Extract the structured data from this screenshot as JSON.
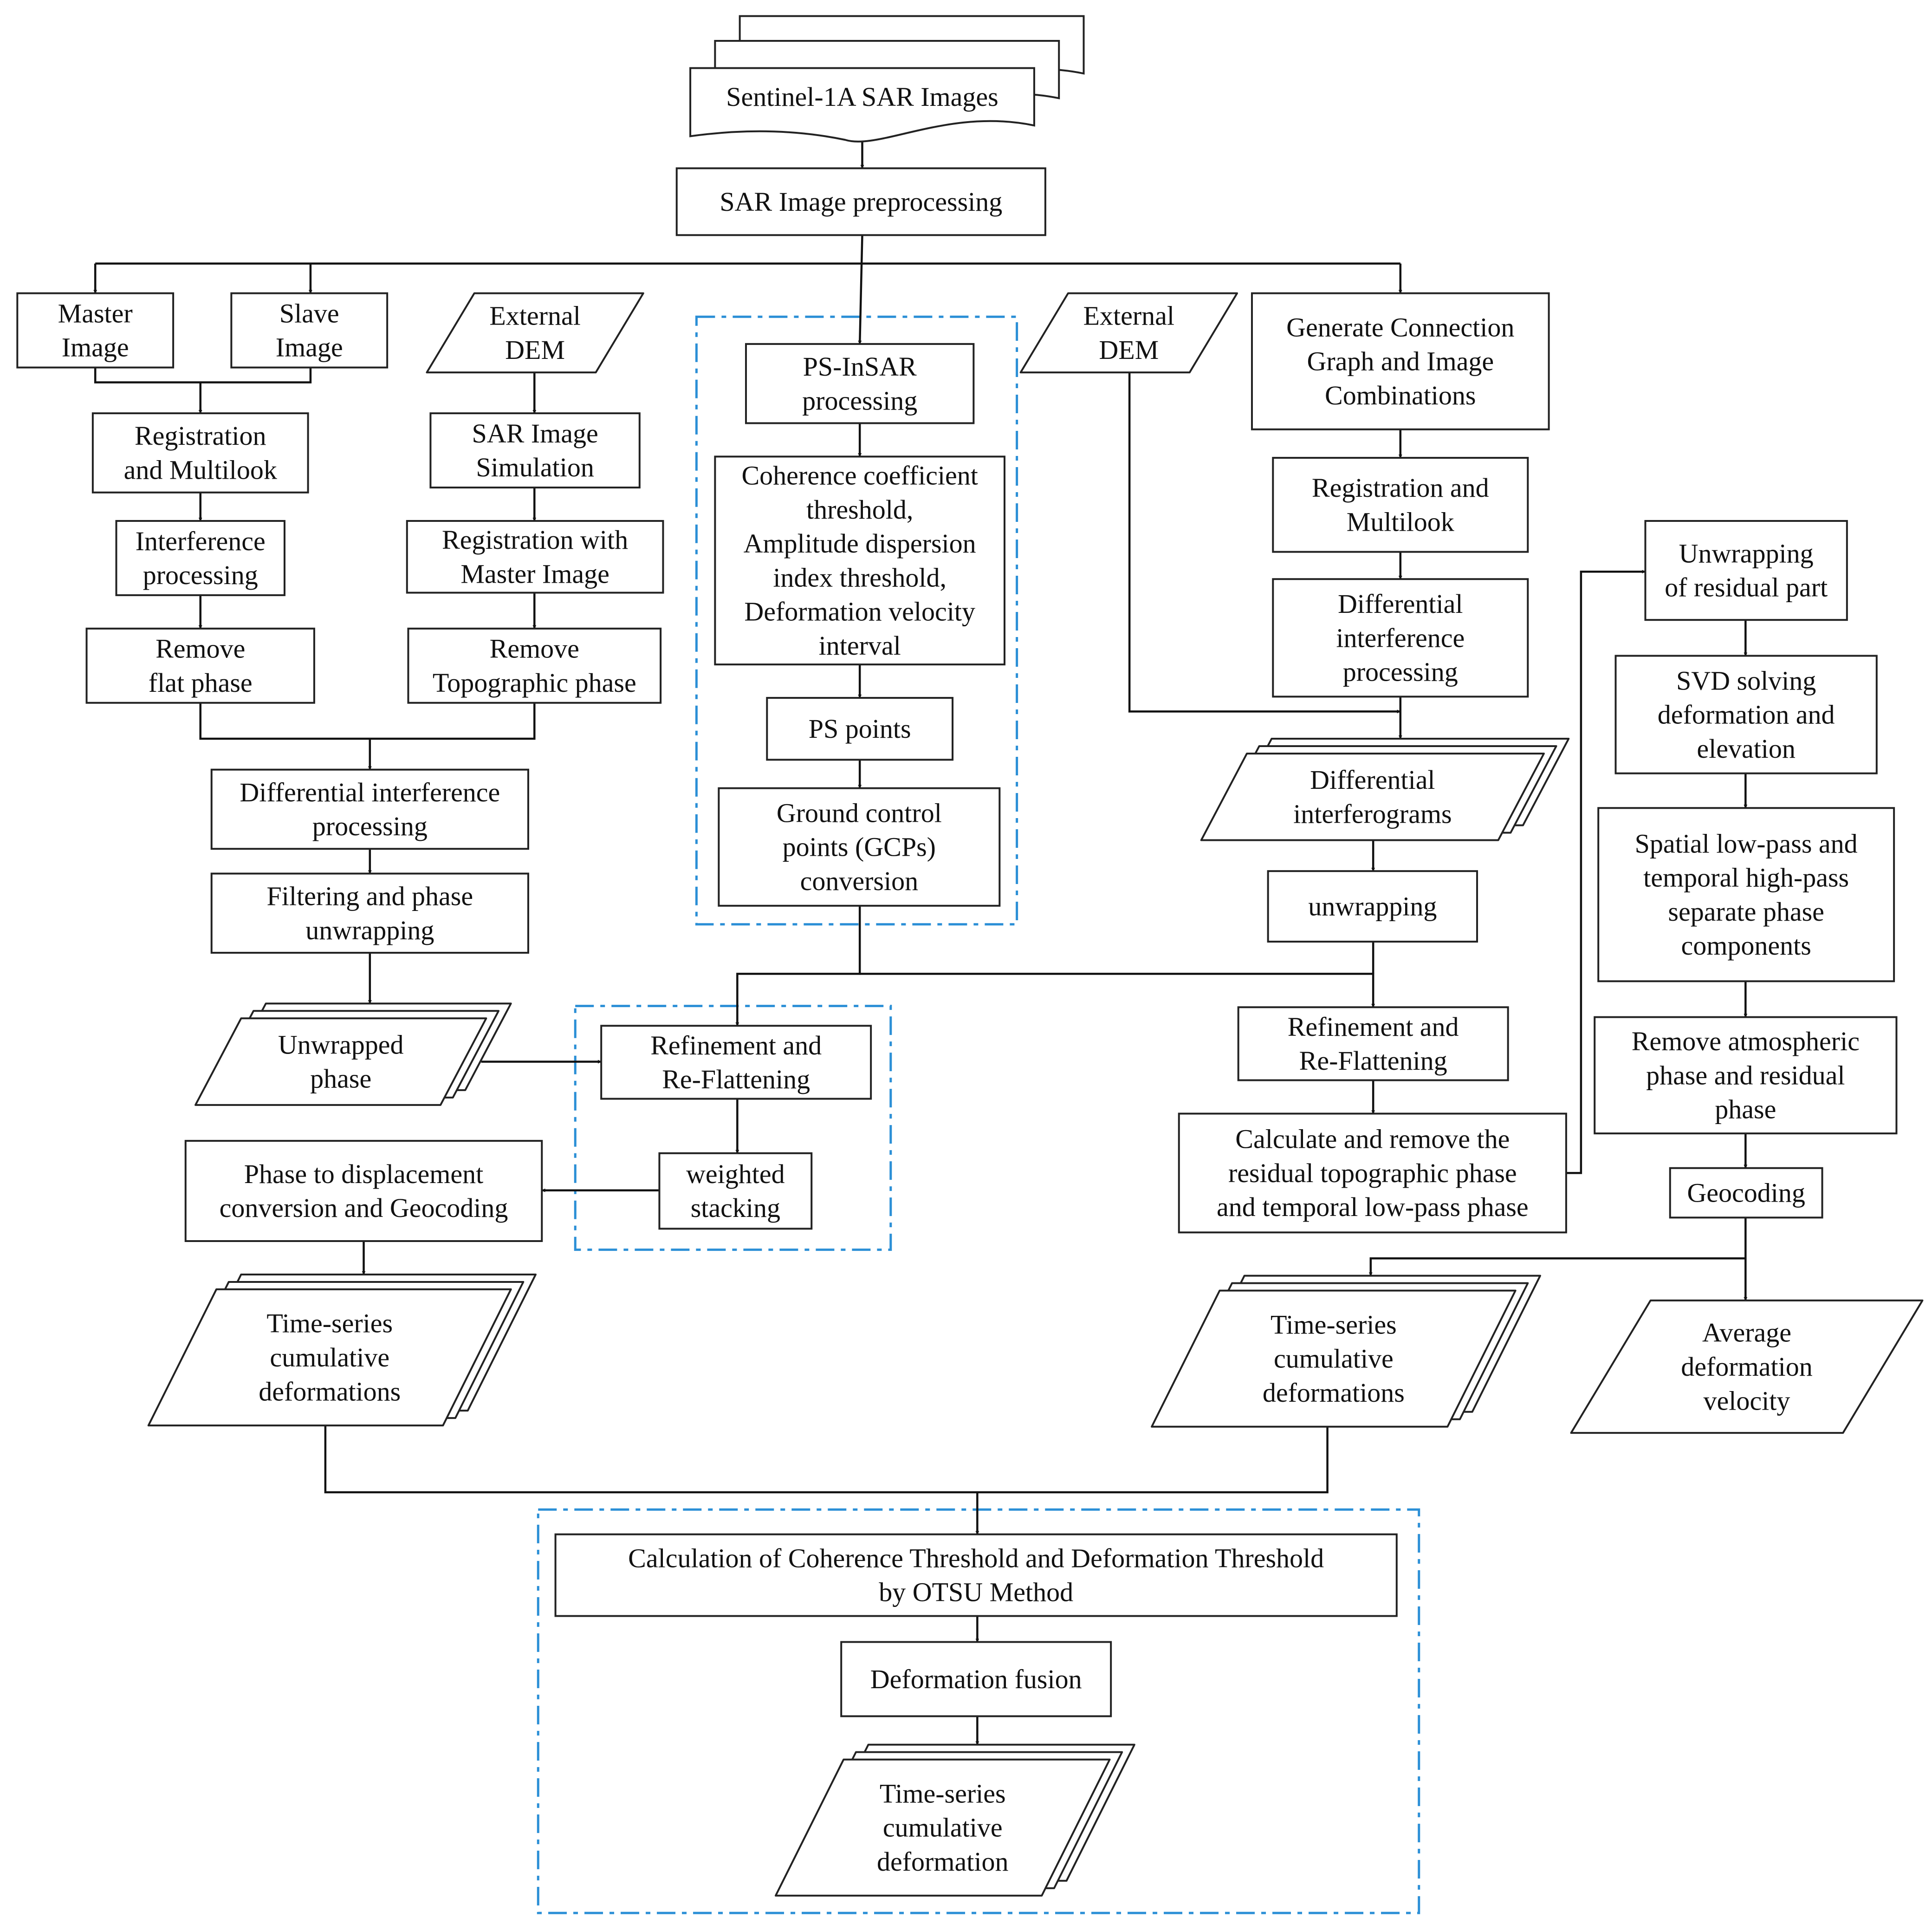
{
  "colors": {
    "line": "#111111",
    "box_stroke": "#222222",
    "group_outline": "#2b8fd6",
    "background": "#ffffff"
  },
  "nodes": {
    "sentinel": [
      "Sentinel-1A SAR Images"
    ],
    "preproc": [
      "SAR Image preprocessing"
    ],
    "master": [
      "Master",
      "Image"
    ],
    "slave": [
      "Slave",
      "Image"
    ],
    "extdem1": [
      "External",
      "DEM"
    ],
    "ps": [
      "PS-InSAR",
      "processing"
    ],
    "extdem2": [
      "External",
      "DEM"
    ],
    "gen": [
      "Generate Connection",
      "Graph and Image",
      "Combinations"
    ],
    "regml1": [
      "Registration",
      "and Multilook"
    ],
    "sarsim": [
      "SAR Image",
      "Simulation"
    ],
    "coh": [
      "Coherence coefficient",
      "threshold,",
      "Amplitude dispersion",
      "index threshold,",
      "Deformation velocity",
      "interval"
    ],
    "regml2": [
      "Registration and",
      "Multilook"
    ],
    "interf": [
      "Interference",
      "processing"
    ],
    "regmaster": [
      "Registration with",
      "Master Image"
    ],
    "diffint2": [
      "Differential",
      "interference",
      "processing"
    ],
    "unwres": [
      "Unwrapping",
      "of residual part"
    ],
    "flat": [
      "Remove",
      "flat phase"
    ],
    "topo": [
      "Remove",
      "Topographic phase"
    ],
    "pspoints": [
      "PS points"
    ],
    "svd": [
      "SVD solving",
      "deformation and",
      "elevation"
    ],
    "difflist": [
      "Differential interference",
      "processing"
    ],
    "gcp": [
      "Ground control",
      "points (GCPs)",
      "conversion"
    ],
    "diffgrams": [
      "Differential",
      "interferograms"
    ],
    "spatial": [
      "Spatial low-pass and",
      "temporal high-pass",
      "separate phase",
      "components"
    ],
    "filter": [
      "Filtering and phase",
      "unwrapping"
    ],
    "unwrap2": [
      "unwrapping"
    ],
    "unwph": [
      "Unwrapped",
      "phase"
    ],
    "refine1": [
      "Refinement and",
      "Re-Flattening"
    ],
    "refine2": [
      "Refinement and",
      "Re-Flattening"
    ],
    "atmos": [
      "Remove atmospheric",
      "phase and residual",
      "phase"
    ],
    "calcres": [
      "Calculate and remove the",
      "residual topographic phase",
      "and temporal low-pass phase"
    ],
    "p2d": [
      "Phase to displacement",
      "conversion and Geocoding"
    ],
    "wstack": [
      "weighted",
      "stacking"
    ],
    "geocoding": [
      "Geocoding"
    ],
    "ts1": [
      "Time-series",
      "cumulative",
      "deformations"
    ],
    "ts2": [
      "Time-series",
      "cumulative",
      "deformations"
    ],
    "avgvel": [
      "Average",
      "deformation",
      "velocity"
    ],
    "otsu": [
      "Calculation of Coherence Threshold and Deformation Threshold",
      "by OTSU Method"
    ],
    "fusion": [
      "Deformation fusion"
    ],
    "tsfinal": [
      "Time-series",
      "cumulative",
      "deformation"
    ]
  }
}
